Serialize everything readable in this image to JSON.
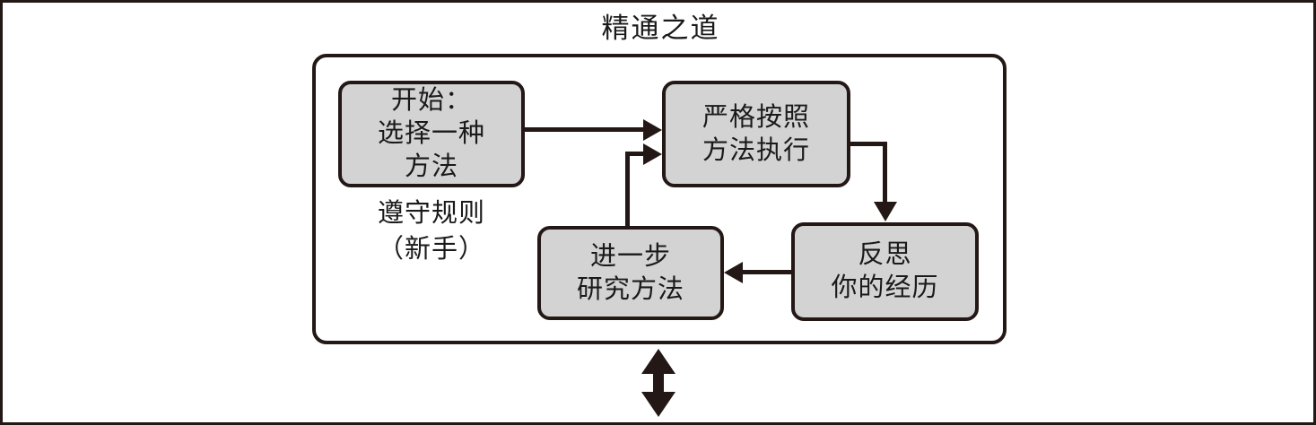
{
  "diagram": {
    "title": "精通之道",
    "group_label": "",
    "nodes": [
      {
        "id": "start",
        "lines": [
          "开始：",
          "选择一种",
          "方法"
        ],
        "fill": "#d3d3d3",
        "stroke": "#231815"
      },
      {
        "id": "exec",
        "lines": [
          "严格按照",
          "方法执行"
        ],
        "fill": "#d3d3d3",
        "stroke": "#231815"
      },
      {
        "id": "reflect",
        "lines": [
          "反思",
          "你的经历"
        ],
        "fill": "#d3d3d3",
        "stroke": "#231815"
      },
      {
        "id": "study",
        "lines": [
          "进一步",
          "研究方法"
        ],
        "fill": "#d3d3d3",
        "stroke": "#231815"
      }
    ],
    "caption": {
      "lines": [
        "遵守规则",
        "（新手）"
      ]
    },
    "connectors": [
      {
        "from": "start",
        "to": "exec",
        "kind": "arrow-right"
      },
      {
        "from": "exec",
        "to": "reflect",
        "kind": "arrow-down"
      },
      {
        "from": "reflect",
        "to": "study",
        "kind": "arrow-left"
      },
      {
        "from": "study",
        "to": "exec",
        "kind": "arrow-right"
      }
    ],
    "bottom_marker": {
      "kind": "double-headed-vertical-arrow"
    },
    "colors": {
      "ink": "#231815",
      "node_fill": "#d3d3d3",
      "background": "#ffffff"
    }
  }
}
